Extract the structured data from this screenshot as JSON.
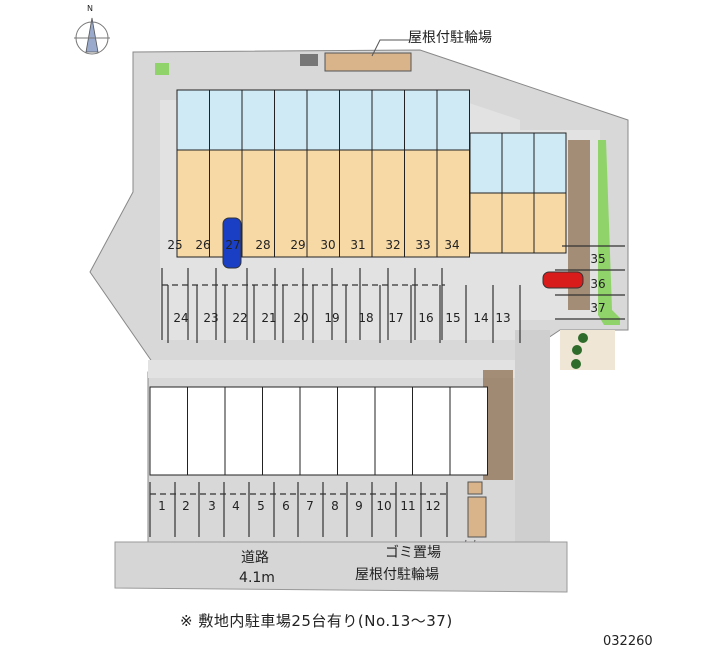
{
  "compass": {
    "north_label": "N",
    "icon": "compass-north-arrow-icon"
  },
  "labels": {
    "bike_shelter_top": "屋根付駐輪場",
    "garbage": "ゴミ置場",
    "bike_shelter_bottom": "屋根付駐輪場",
    "road_name": "道路",
    "road_width": "4.1m"
  },
  "parking": {
    "top_row": [
      "25",
      "26",
      "27",
      "28",
      "29",
      "30",
      "31",
      "32",
      "33",
      "34"
    ],
    "middle_row": [
      "24",
      "23",
      "22",
      "21",
      "20",
      "19",
      "18",
      "17",
      "16",
      "15",
      "14",
      "13"
    ],
    "right_column": [
      "35",
      "36",
      "37"
    ],
    "bottom_row": [
      "1",
      "2",
      "3",
      "4",
      "5",
      "6",
      "7",
      "8",
      "9",
      "10",
      "11",
      "12"
    ]
  },
  "cars": [
    {
      "space": "27",
      "color": "#1a3fc4"
    },
    {
      "space": "36",
      "color": "#d81c1c"
    }
  ],
  "colors": {
    "ground": "#d6d6d6",
    "unit_blue": "#cfe9f5",
    "unit_beige": "#f7d9a6",
    "greenery": "#8fd36a",
    "bike_shelter": "#d9b48a"
  },
  "footnote": "※ 敷地内駐車場25台有り(No.13～37)",
  "property_code": "032260"
}
